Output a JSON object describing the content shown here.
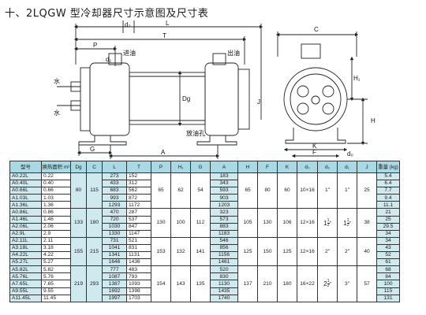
{
  "title": "十、2LQGW 型冷却器尺寸示意图及尺寸表",
  "drawing": {
    "labels": {
      "L": "L",
      "T": "T",
      "P": "P",
      "d1": "d₁",
      "d2": "d₂",
      "Dg": "Dg",
      "G": "G",
      "A": "A",
      "C": "C",
      "H": "H",
      "H1": "H₁",
      "J": "J",
      "F": "F",
      "K": "K",
      "d0": "d₀",
      "water": "水",
      "oil_in": "进油",
      "oil_out": "出油",
      "oil_drain": "放油孔",
      "water2": "水"
    }
  },
  "table": {
    "headers": [
      "型号",
      "换热面积 m²",
      "Dg",
      "C",
      "L",
      "T",
      "P",
      "H₁",
      "G",
      "A",
      "H",
      "F",
      "K",
      "d₀",
      "d₂",
      "d₁",
      "J",
      "重量 (kg)"
    ],
    "groups": [
      {
        "Dg": "80",
        "C": "115",
        "P": "65",
        "H1": "62",
        "G": "54",
        "H": "65",
        "F": "80",
        "K": "60",
        "d0": "10×16",
        "d2": "1″",
        "d1": "1″",
        "J": "25",
        "rows": [
          {
            "model": "A0.22L",
            "area": "0.22",
            "L": "273",
            "T": "152",
            "A": "183",
            "weight": "5.4"
          },
          {
            "model": "A0.40L",
            "area": "0.40",
            "L": "433",
            "T": "312",
            "A": "343",
            "weight": "6.4"
          },
          {
            "model": "A0.66L",
            "area": "0.66",
            "L": "683",
            "T": "562",
            "A": "593",
            "weight": "7.7"
          },
          {
            "model": "A1.03L",
            "area": "1.03",
            "L": "993",
            "T": "872",
            "A": "903",
            "weight": "9.4"
          },
          {
            "model": "A1.36L",
            "area": "1.36",
            "L": "1293",
            "T": "1172",
            "A": "1203",
            "weight": "11.1"
          }
        ]
      },
      {
        "Dg": "133",
        "C": "180",
        "P": "130",
        "H1": "100",
        "G": "112",
        "H": "105",
        "F": "130",
        "K": "106",
        "d0": "12×16",
        "d2": "1 1/2″",
        "d1": "1 1/2″",
        "J": "38",
        "rows": [
          {
            "model": "A0.86L",
            "area": "0.86",
            "L": "470",
            "T": "287",
            "A": "323",
            "weight": "21"
          },
          {
            "model": "A1.46L",
            "area": "1.46",
            "L": "720",
            "T": "537",
            "A": "573",
            "weight": "25"
          },
          {
            "model": "A2.06L",
            "area": "2.06",
            "L": "1030",
            "T": "847",
            "A": "883",
            "weight": "29.5"
          },
          {
            "model": "A2.9L",
            "area": "2.9",
            "L": "1330",
            "T": "1147",
            "A": "1183",
            "weight": "34"
          }
        ]
      },
      {
        "Dg": "155",
        "C": "215",
        "P": "153",
        "H1": "132",
        "G": "141",
        "H": "125",
        "F": "150",
        "K": "125",
        "d0": "12×16",
        "d2": "2″",
        "d1": "2″",
        "J": "40",
        "rows": [
          {
            "model": "A2.11L",
            "area": "2.11",
            "L": "731",
            "T": "521",
            "A": "546",
            "weight": "34"
          },
          {
            "model": "A3.18L",
            "area": "3.18",
            "L": "1041",
            "T": "831",
            "A": "856",
            "weight": "43"
          },
          {
            "model": "A4.22L",
            "area": "4.22",
            "L": "1341",
            "T": "1131",
            "A": "1156",
            "weight": "52"
          },
          {
            "model": "A5.27L",
            "area": "5.27",
            "L": "1646",
            "T": "1436",
            "A": "1461",
            "weight": "61"
          }
        ]
      },
      {
        "Dg": "219",
        "C": "293",
        "P": "154",
        "H1": "143",
        "G": "135",
        "H": "137",
        "F": "210",
        "K": "180",
        "d0": "16×22",
        "d2": "2 1/2″",
        "d1": "3″",
        "J": "57",
        "rows": [
          {
            "model": "A5.82L",
            "area": "5.82",
            "L": "777",
            "T": "483",
            "A": "520",
            "weight": "68"
          },
          {
            "model": "A5.76L",
            "area": "5.76",
            "L": "1087",
            "T": "793",
            "A": "830",
            "weight": "84"
          },
          {
            "model": "A7.65L",
            "area": "7.65",
            "L": "1387",
            "T": "1093",
            "A": "1130",
            "weight": "100"
          },
          {
            "model": "A9.55L",
            "area": "9.55",
            "L": "1692",
            "T": "1398",
            "A": "1435",
            "weight": "115"
          },
          {
            "model": "A11.45L",
            "area": "11.45",
            "L": "1997",
            "T": "1703",
            "A": "1740",
            "weight": "131"
          }
        ]
      }
    ]
  }
}
